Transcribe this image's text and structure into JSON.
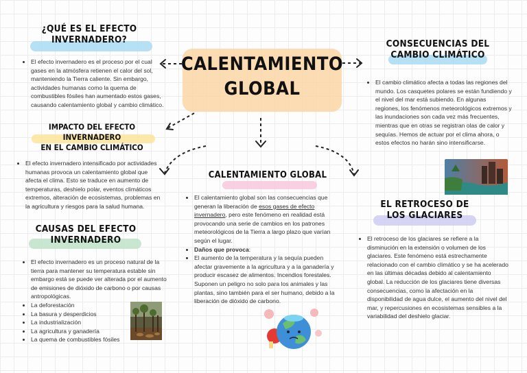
{
  "main_title": {
    "line1": "CALENTAMIENTO",
    "line2": "GLOBAL"
  },
  "colors": {
    "title_highlight": "#fbd6a4",
    "blue_highlight": "#a9dbf2",
    "yellow_highlight": "#fbe59a",
    "green_highlight": "#bfe3c8",
    "pink_highlight": "#f8c8dc",
    "lavender_highlight": "#cfcdf2"
  },
  "que_es": {
    "heading_line1": "¿QUÉ ES EL EFECTO",
    "heading_line2": "INVERNADERO?",
    "text": "El efecto invernadero es el proceso por el cual gases en la atmósfera retienen el calor del sol, manteniendo la Tierra caliente. Sin embargo, actividades humanas como la quema de combustibles fósiles han aumentado estos gases, causando calentamiento global y cambio climático."
  },
  "impacto": {
    "heading_line1": "IMPACTO DEL EFECTO INVERNADERO",
    "heading_line2": "EN EL CAMBIO CLIMÁTICO",
    "text": "El efecto invernadero intensificado por actividades humanas provoca un calentamiento global que afecta el clima. Esto se traduce en aumento de temperaturas, deshielo polar, eventos climáticos extremos, alteración de ecosistemas, problemas en la agricultura y riesgos para la salud humana."
  },
  "causas": {
    "heading_line1": "CAUSAS DEL EFECTO",
    "heading_line2": "INVERNADERO",
    "intro": "El efecto invernadero es un proceso natural de la tierra para mantener su temperatura estable sin embargo está se puede ver alterada por el aumento de emisiones de dióxido de carbono o por causas antropológicas.",
    "items": [
      "La deforestación",
      "La basura y desperdicios",
      "La industrialización",
      "La agricultura y ganadería",
      "La quema de combustibles fósiles"
    ]
  },
  "calentamiento": {
    "heading": "CALENTAMIENTO GLOBAL",
    "p1_start": " El calentamiento global son las consecuencias que generan la liberación de ",
    "p1_link": "esos gases de efecto invernadero",
    "p1_end": ", pero este fenómeno en realidad está provocando una serie de cambios en los patrones meteorológicos de la Tierra a largo plazo que varían según el lugar.",
    "danos_label": "Daños que provoca",
    "danos_colon": ":",
    "p3": "El aumento de la temperatura y la sequía pueden afectar gravemente a la agricultura y a la ganadería y producir escasez de alimentos. Incendios forestales. Suponen un peligro no solo para los animales y las plantas, sino también para el ser humano, debido a la liberación de dióxido de carbono."
  },
  "consecuencias": {
    "heading_line1": "CONSECUENCIAS DEL",
    "heading_line2": "CAMBIO CLIMÁTICO",
    "text": "El cambio climático afecta a todas las regiones del mundo. Los casquetes polares se están fundiendo y el nivel del mar está subiendo. En algunas regiones, los fenómenos meteorológicos extremos y las inundaciones son cada vez más frecuentes, mientras que en otras se registran olas de calor y sequías. Hemos de actuar por el clima ahora, o estos efectos no harán sino intensificarse."
  },
  "retroceso": {
    "heading_line1": "EL RETROCESO DE",
    "heading_line2": "LOS GLACIARES",
    "text": "El retroceso de los glaciares se refiere a la disminución en la extensión o volumen de los glaciares. Este fenómeno está estrechamente relacionado con el cambio climático y se ha acelerado en las últimas décadas debido al calentamiento global. La reducción de los glaciares tiene diversas consecuencias, como la afectación en la disponibilidad de agua dulce, el aumento del nivel del mar, y repercusiones en ecosistemas sensibles a la variabilidad del deshielo glaciar."
  }
}
